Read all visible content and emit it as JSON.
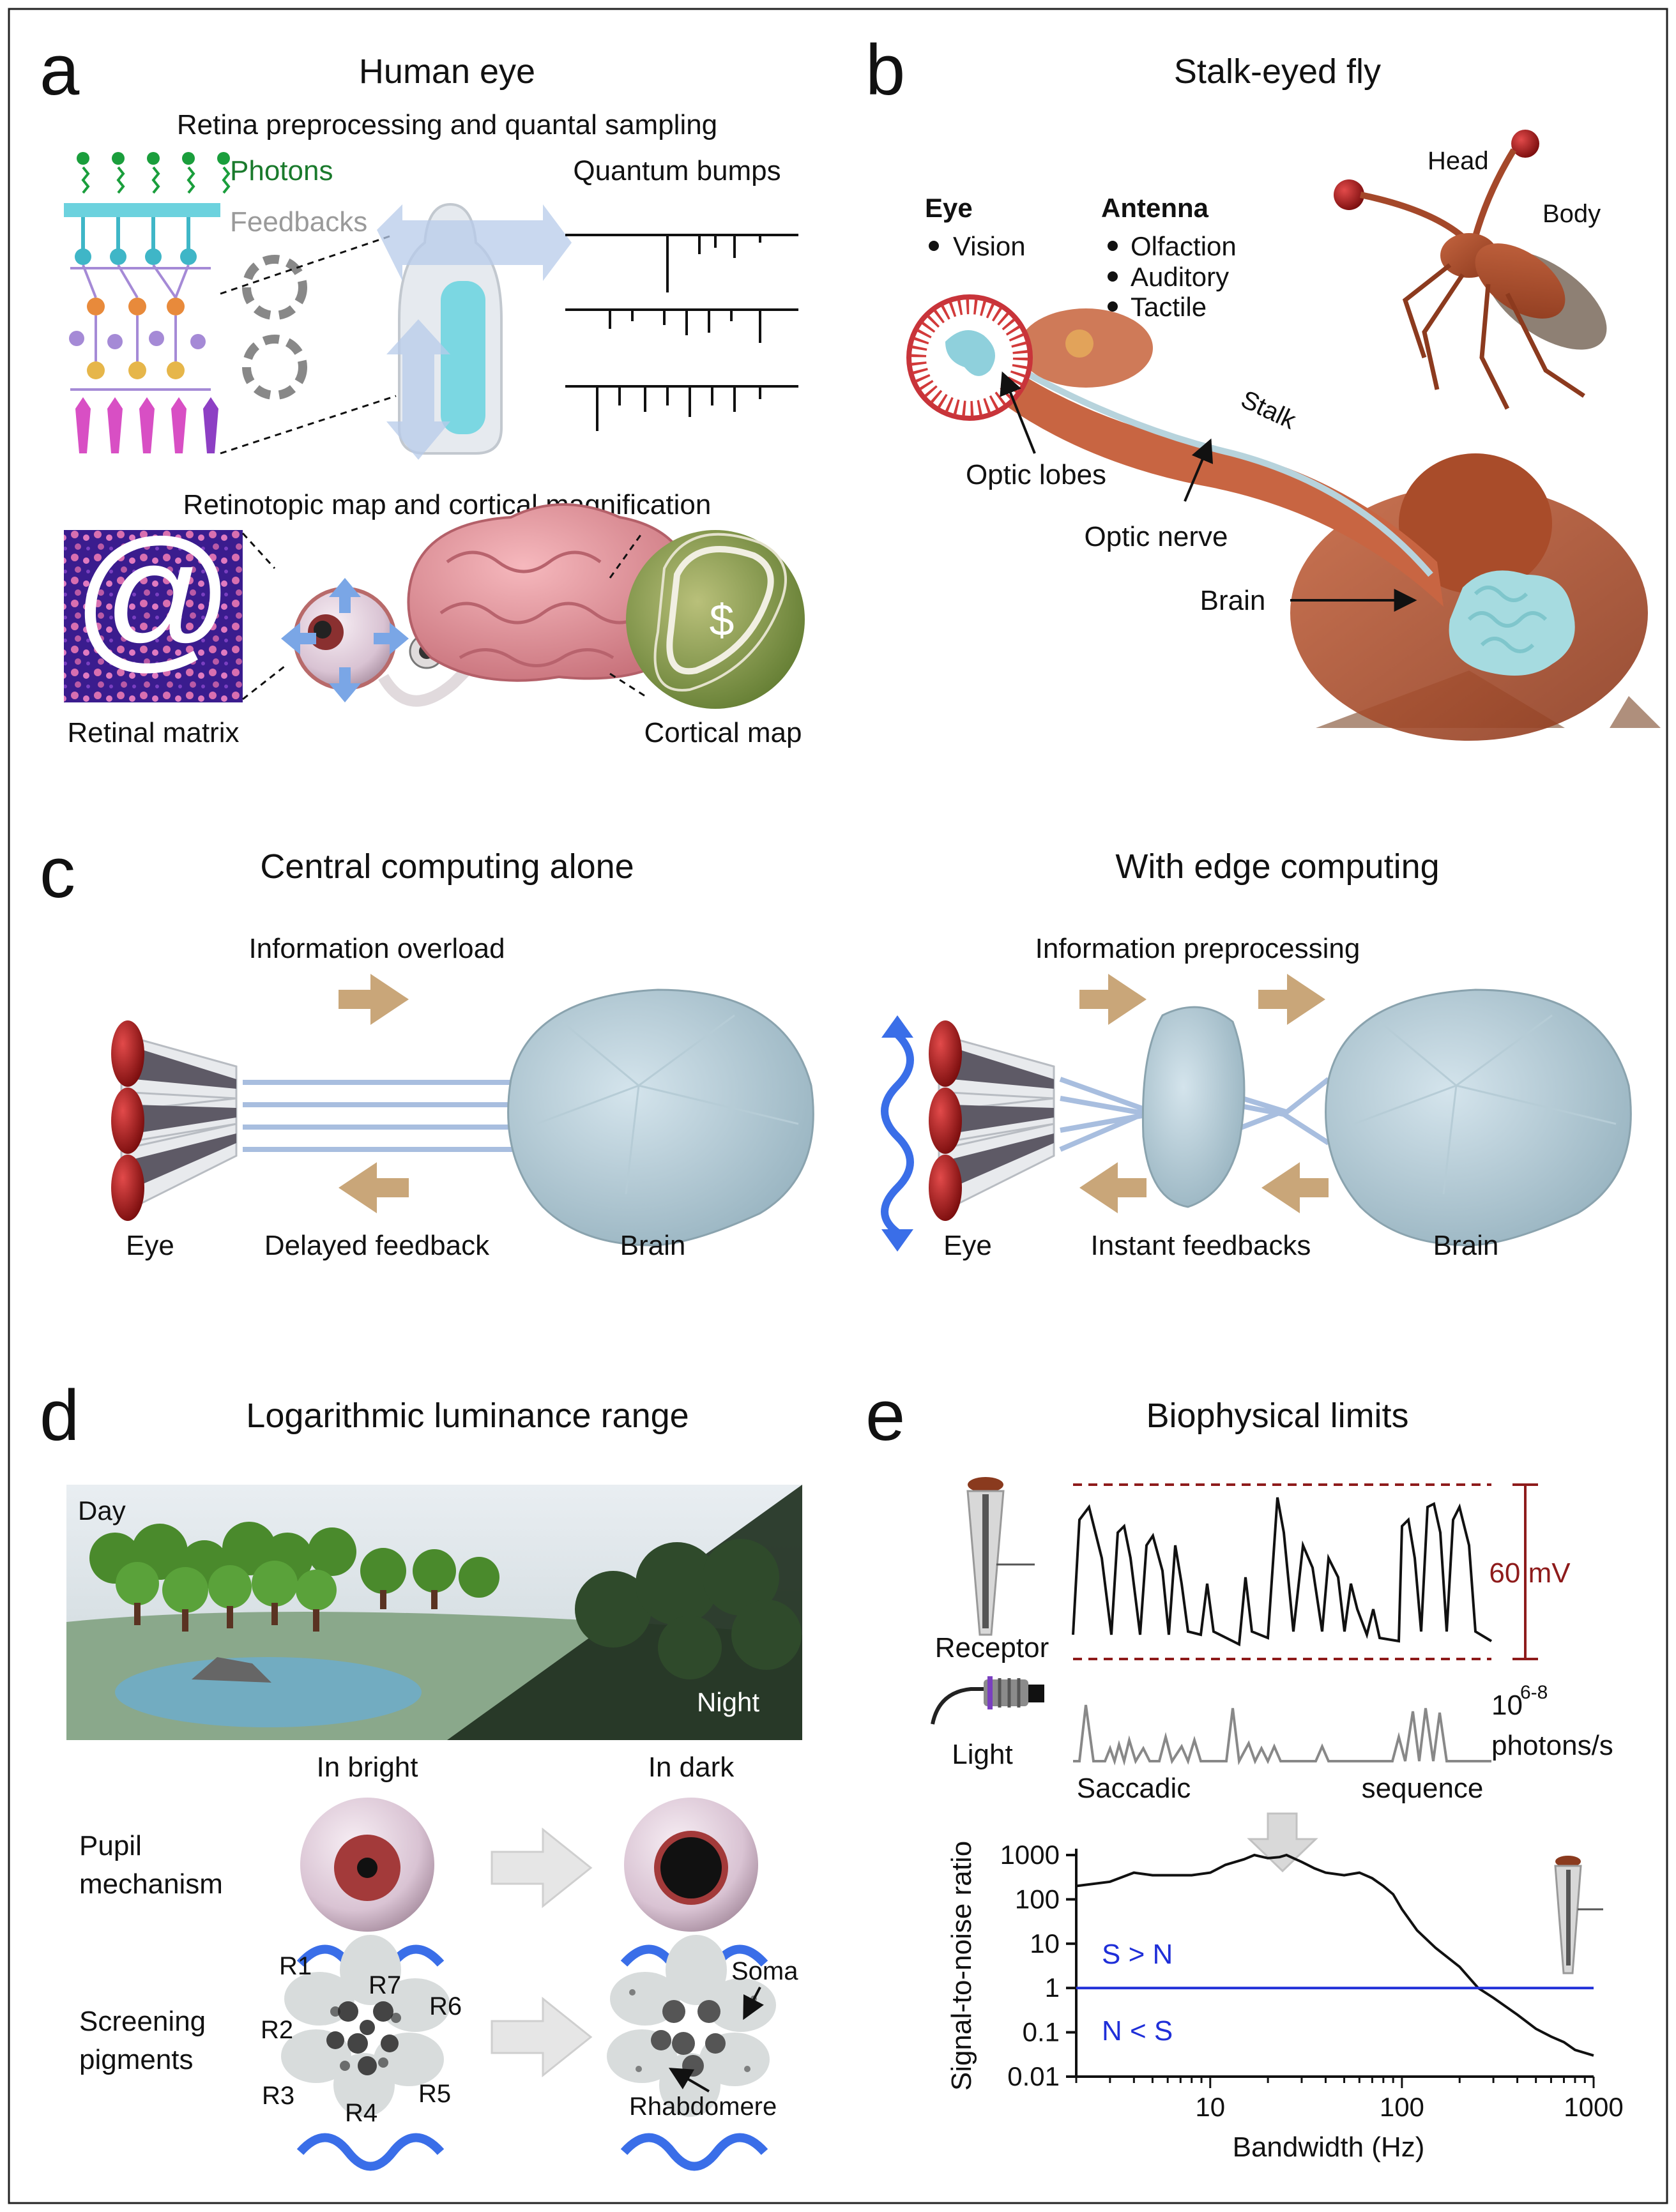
{
  "panel_a": {
    "letter": "a",
    "title": "Human eye",
    "subtitle": "Retina preprocessing and quantal sampling",
    "photons": "Photons",
    "feedbacks": "Feedbacks",
    "quantum_bumps": "Quantum bumps",
    "map_title": "Retinotopic map and cortical magnification",
    "retinal_matrix": "Retinal matrix",
    "cortical_map": "Cortical map",
    "at_symbol": "@",
    "dollar_symbol": "$"
  },
  "panel_b": {
    "letter": "b",
    "title": "Stalk-eyed fly",
    "eye_heading": "Eye",
    "eye_items": [
      "Vision"
    ],
    "antenna_heading": "Antenna",
    "antenna_items": [
      "Olfaction",
      "Auditory",
      "Tactile"
    ],
    "head": "Head",
    "body": "Body",
    "stalk": "Stalk",
    "optic_lobes": "Optic lobes",
    "optic_nerve": "Optic nerve",
    "brain": "Brain"
  },
  "panel_c": {
    "letter": "c",
    "left_title": "Central computing alone",
    "left_top_label": "Information overload",
    "left_bottom_label": "Delayed feedback",
    "right_title": "With edge computing",
    "right_top_label": "Information preprocessing",
    "right_bottom_label": "Instant feedbacks",
    "eye": "Eye",
    "brain": "Brain"
  },
  "panel_d": {
    "letter": "d",
    "title": "Logarithmic luminance range",
    "day": "Day",
    "night": "Night",
    "in_bright": "In bright",
    "in_dark": "In dark",
    "pupil_line1": "Pupil",
    "pupil_line2": "mechanism",
    "screening_line1": "Screening",
    "screening_line2": "pigments",
    "cells": [
      "R1",
      "R2",
      "R3",
      "R4",
      "R5",
      "R6",
      "R7"
    ],
    "soma": "Soma",
    "rhabdomere": "Rhabdomere"
  },
  "panel_e": {
    "letter": "e",
    "title": "Biophysical limits",
    "receptor": "Receptor",
    "light": "Light",
    "voltage_scale": "60 mV",
    "photon_rate_base": "10",
    "photon_rate_exp": "6-8",
    "photon_rate_unit": "photons/s",
    "saccadic": "Saccadic",
    "sequence": "sequence",
    "above_label": "S > N",
    "below_label": "N < S"
  },
  "chart_data": {
    "type": "line",
    "xlabel": "Bandwidth (Hz)",
    "ylabel": "Signal-to-noise ratio",
    "x_scale": "log",
    "y_scale": "log",
    "xlim": [
      2,
      1000
    ],
    "ylim": [
      0.01,
      1000
    ],
    "x_ticks": [
      "10",
      "100",
      "1000"
    ],
    "y_ticks": [
      "1000",
      "100",
      "10",
      "1",
      "0.1",
      "0.01"
    ],
    "series": [
      {
        "color": "#000000",
        "x": [
          2,
          3,
          4,
          5,
          6,
          8,
          10,
          12,
          15,
          17,
          20,
          23,
          25,
          30,
          35,
          40,
          50,
          60,
          70,
          80,
          90,
          100,
          120,
          150,
          200,
          250,
          300,
          400,
          500,
          600,
          700,
          800,
          1000
        ],
        "y": [
          200,
          250,
          400,
          350,
          350,
          350,
          400,
          600,
          800,
          1000,
          850,
          900,
          1000,
          700,
          500,
          400,
          350,
          400,
          300,
          200,
          130,
          60,
          20,
          8,
          3,
          1,
          0.6,
          0.25,
          0.12,
          0.08,
          0.06,
          0.04,
          0.03
        ]
      },
      {
        "color": "#1f2fd8",
        "x": [
          2,
          1000
        ],
        "y": [
          1,
          1
        ]
      }
    ]
  }
}
